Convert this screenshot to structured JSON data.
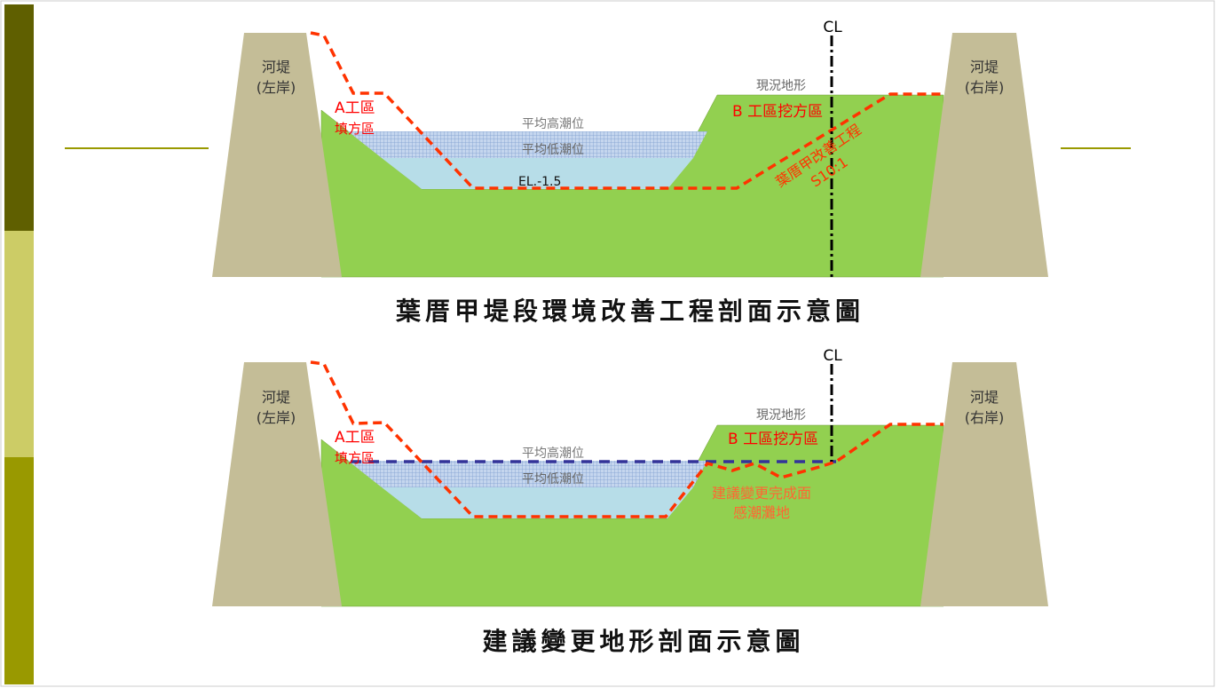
{
  "colors": {
    "sidebar": [
      "#5f5f00",
      "#cccc66",
      "#999900"
    ],
    "ground": "#92d050",
    "dike": "#c4bd97",
    "water": "#b7dde8",
    "cut_line": "#ff3300",
    "proposed_line": "#333399"
  },
  "diagram1": {
    "cl": "CL",
    "dike_left": [
      "河堤",
      "(左岸)"
    ],
    "dike_right": [
      "河堤",
      "(右岸)"
    ],
    "existing": "現況地形",
    "zone_a": [
      "A工區",
      "填方區"
    ],
    "zone_b": "B 工區挖方區",
    "high_tide": "平均高潮位",
    "low_tide": "平均低潮位",
    "elevation": "EL.-1.5",
    "project": [
      "葉厝甲改善工程",
      "S10:1"
    ],
    "title": "葉厝甲堤段環境改善工程剖面示意圖"
  },
  "diagram2": {
    "cl": "CL",
    "dike_left": [
      "河堤",
      "(左岸)"
    ],
    "dike_right": [
      "河堤",
      "(右岸)"
    ],
    "existing": "現況地形",
    "zone_a": [
      "A工區",
      "填方區"
    ],
    "zone_b": "B 工區挖方區",
    "high_tide": "平均高潮位",
    "low_tide": "平均低潮位",
    "proposal": [
      "建議變更完成面",
      "感潮灘地"
    ],
    "title": "建議變更地形剖面示意圖"
  }
}
